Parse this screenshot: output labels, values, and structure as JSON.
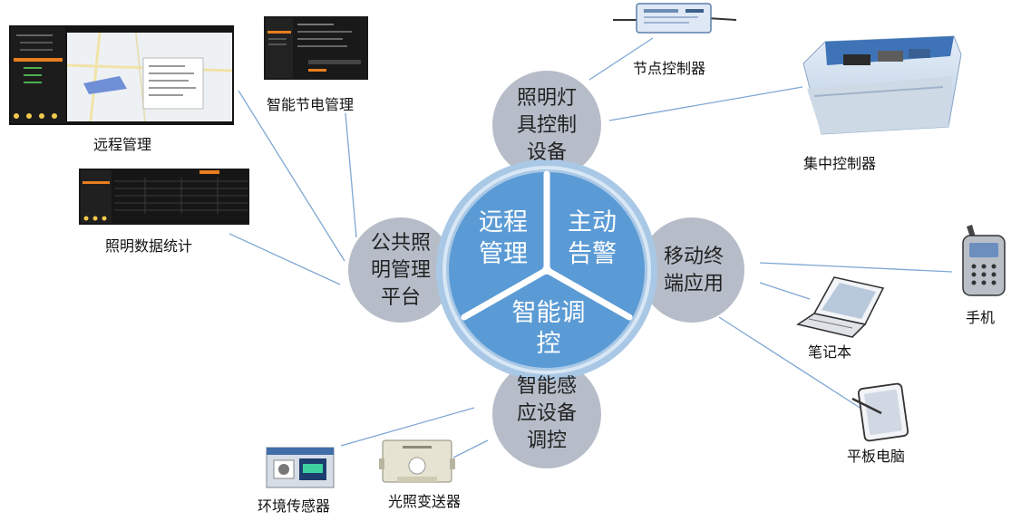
{
  "hub": {
    "segments": {
      "remote": [
        "远程",
        "管理"
      ],
      "alarm": [
        "主动",
        "告警"
      ],
      "control": [
        "智能调",
        "控"
      ]
    }
  },
  "satellites": {
    "top": [
      "照明灯",
      "具控制",
      "设备"
    ],
    "left": [
      "公共照",
      "明管理",
      "平台"
    ],
    "right": [
      "移动终",
      "端应用"
    ],
    "bottom": [
      "智能感",
      "应设备",
      "调控"
    ]
  },
  "devices": {
    "remote_mgmt": "远程管理",
    "energy_mgmt": "智能节电管理",
    "data_stats": "照明数据统计",
    "node_controller": "节点控制器",
    "central_controller": "集中控制器",
    "phone": "手机",
    "laptop": "笔记本",
    "tablet": "平板电脑",
    "env_sensor": "环境传感器",
    "light_transmitter": "光照变送器"
  },
  "colors": {
    "hub_blue": "#5b9bd5",
    "hub_ring": "#a9c8e6",
    "satellite": "#b6bdc9",
    "connector": "#7fa7d4"
  }
}
